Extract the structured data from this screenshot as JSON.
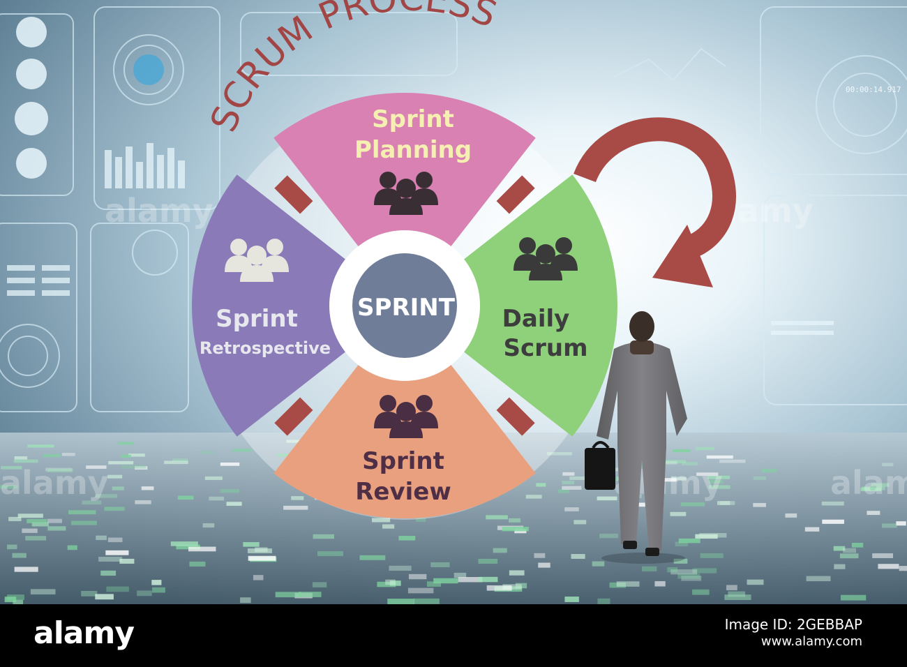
{
  "diagram": {
    "title": "SCRUM PROCESS",
    "center_label": "SPRINT",
    "stages": [
      {
        "key": "planning",
        "line1": "Sprint",
        "line2": "Planning",
        "color": "#d981b2",
        "text_color": "#f6efb2"
      },
      {
        "key": "daily",
        "line1": "Daily",
        "line2": "Scrum",
        "color": "#8fd07a",
        "text_color": "#3d3d3d"
      },
      {
        "key": "review",
        "line1": "Sprint",
        "line2": "Review",
        "color": "#e9a07f",
        "text_color": "#4e2f46"
      },
      {
        "key": "retro",
        "line1": "Sprint",
        "line2": "Retrospective",
        "color": "#8b7ab8",
        "text_color": "#e7e7ee"
      }
    ],
    "title_color": "#a24545",
    "connector_color": "#a84a45",
    "hub_color": "#6f7d99"
  },
  "hud": {
    "timer": "00:00:14.917"
  },
  "watermarks": [
    "alamy",
    "alamy",
    "alamy",
    "alamy",
    "alamy",
    "alamy"
  ],
  "footer": {
    "logo": "alamy",
    "image_id": "Image ID: 2GEBBAP",
    "url": "www.alamy.com"
  }
}
